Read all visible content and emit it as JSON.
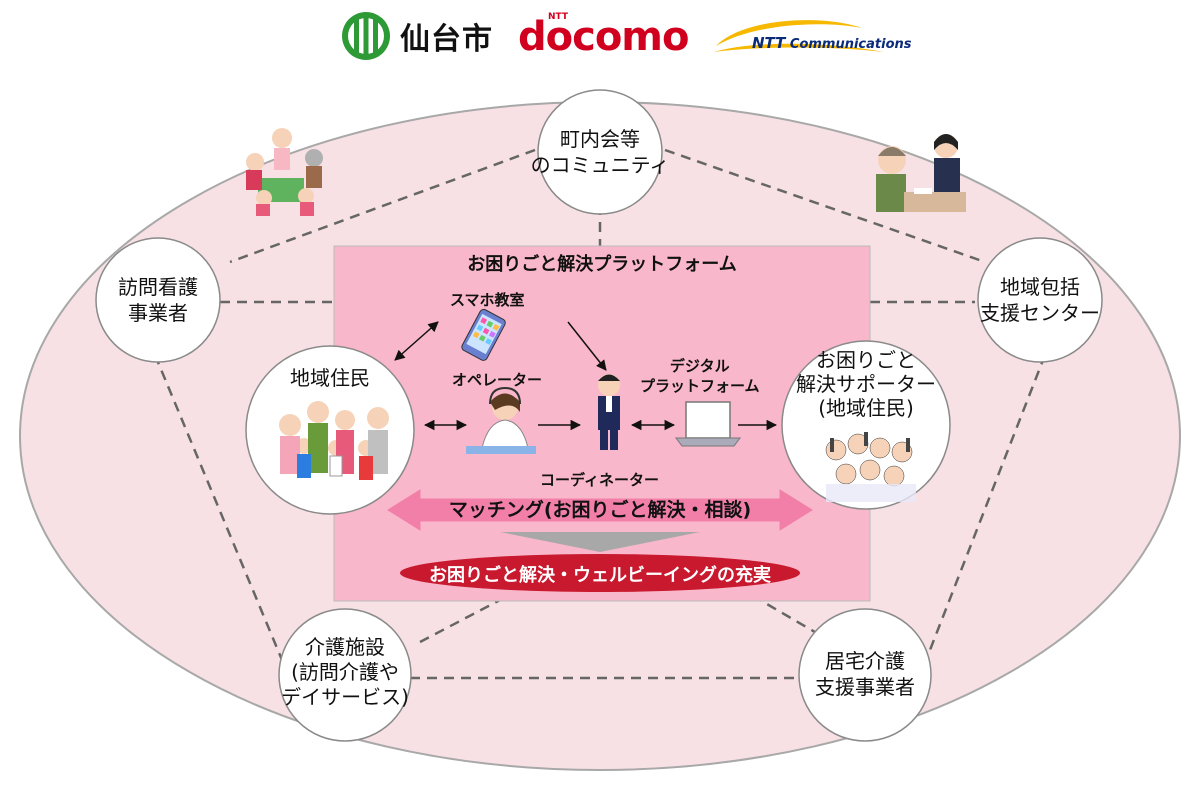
{
  "logos": {
    "sendai": "仙台市",
    "docomo_small": "NTT",
    "docomo": "docomo",
    "ntt_com_prefix": "NTT",
    "ntt_com": "Communications"
  },
  "platform": {
    "title": "お困りごと解決プラットフォーム",
    "smartphone_class": "スマホ教室",
    "operator": "オペレーター",
    "digital_platform": [
      "デジタル",
      "プラットフォーム"
    ],
    "coordinator": "コーディネーター",
    "matching": "マッチング(お困りごと解決・相談)",
    "result": "お困りごと解決・ウェルビーイングの充実"
  },
  "nodes": {
    "community": [
      "町内会等",
      "のコミュニティ"
    ],
    "nursing": [
      "訪問看護",
      "事業者"
    ],
    "center": [
      "地域包括",
      "支援センター"
    ],
    "residents": "地域住民",
    "supporters": [
      "お困りごと",
      "解決サポーター",
      "(地域住民)"
    ],
    "care_facility": [
      "介護施設",
      "(訪問介護や",
      "デイサービス)"
    ],
    "home_care": [
      "居宅介護",
      "支援事業者"
    ]
  },
  "colors": {
    "ellipse_fill": "#f7e1e4",
    "platform_fill": "#f9b7cb",
    "arrow_pink": "#f27fa8",
    "result_red": "#c8192e",
    "sendai_green": "#2e9a36",
    "docomo_red": "#d2001f",
    "ntt_navy": "#0a2a7a"
  },
  "icons": [
    "sendai-logo-icon",
    "ntt-communications-logo-icon",
    "family-meeting-illustration",
    "consultation-illustration",
    "smartphone-icon",
    "operator-illustration",
    "coordinator-illustration",
    "laptop-icon",
    "residents-family-illustration",
    "supporters-crowd-illustration"
  ]
}
